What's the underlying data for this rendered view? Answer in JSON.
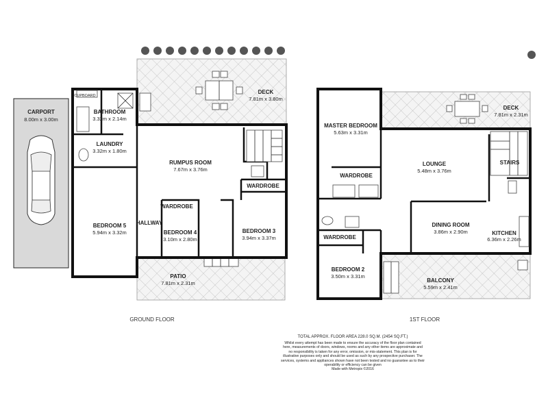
{
  "ground_floor": {
    "caption": "GROUND FLOOR",
    "rooms": [
      {
        "id": "carport",
        "name": "CARPORT",
        "dims": "8.00m x 3.00m"
      },
      {
        "id": "bathroom",
        "name": "BATHROOM",
        "dims": "3.32m x 2.14m"
      },
      {
        "id": "cupboard",
        "name": "CUPBOARD",
        "dims": ""
      },
      {
        "id": "laundry",
        "name": "LAUNDRY",
        "dims": "3.32m x 1.80m"
      },
      {
        "id": "deck",
        "name": "DECK",
        "dims": "7.81m x 3.80m"
      },
      {
        "id": "rumpus",
        "name": "RUMPUS ROOM",
        "dims": "7.67m x 3.76m"
      },
      {
        "id": "wardrobe_gf_right",
        "name": "WARDROBE",
        "dims": ""
      },
      {
        "id": "wardrobe_gf_b4",
        "name": "WARDROBE",
        "dims": ""
      },
      {
        "id": "hallway",
        "name": "HALLWAY",
        "dims": ""
      },
      {
        "id": "bedroom5",
        "name": "BEDROOM 5",
        "dims": "5.94m x 3.32m"
      },
      {
        "id": "bedroom4",
        "name": "BEDROOM 4",
        "dims": "3.10m x 2.80m"
      },
      {
        "id": "bedroom3",
        "name": "BEDROOM 3",
        "dims": "3.94m x 3.37m"
      },
      {
        "id": "patio",
        "name": "PATIO",
        "dims": "7.81m x 2.31m"
      }
    ]
  },
  "first_floor": {
    "caption": "1ST FLOOR",
    "rooms": [
      {
        "id": "master",
        "name": "MASTER BEDROOM",
        "dims": "5.63m x 3.31m"
      },
      {
        "id": "deck1",
        "name": "DECK",
        "dims": "7.81m x 2.31m"
      },
      {
        "id": "lounge",
        "name": "LOUNGE",
        "dims": "5.48m x 3.76m"
      },
      {
        "id": "stairs",
        "name": "STAIRS",
        "dims": ""
      },
      {
        "id": "wardrobe_ff_master",
        "name": "WARDROBE",
        "dims": ""
      },
      {
        "id": "wardrobe_ff_b2",
        "name": "WARDROBE",
        "dims": ""
      },
      {
        "id": "dining",
        "name": "DINING ROOM",
        "dims": "3.86m x 2.90m"
      },
      {
        "id": "kitchen",
        "name": "KITCHEN",
        "dims": "6.36m x 2.26m"
      },
      {
        "id": "bedroom2",
        "name": "BEDROOM 2",
        "dims": "3.50m x 3.31m"
      },
      {
        "id": "balcony",
        "name": "BALCONY",
        "dims": "5.59m x 2.41m"
      }
    ]
  },
  "footer": {
    "total": "TOTAL APPROX. FLOOR AREA 228.0 SQ.M. (2454 SQ.FT.)",
    "disclaimer": "Whilst every attempt has been made to ensure the accuracy of the floor plan contained here, measurements of doors, windows, rooms and any other items are approximate and no responsibility is taken for any error, omission, or mis-statement. This plan is for illustrative purposes only and should be used as such by any prospective purchaser. The services, systems and appliances shown have not been tested and no guarantee as to their operability or efficiency can be given",
    "credit": "Made with Metropix ©2016"
  }
}
